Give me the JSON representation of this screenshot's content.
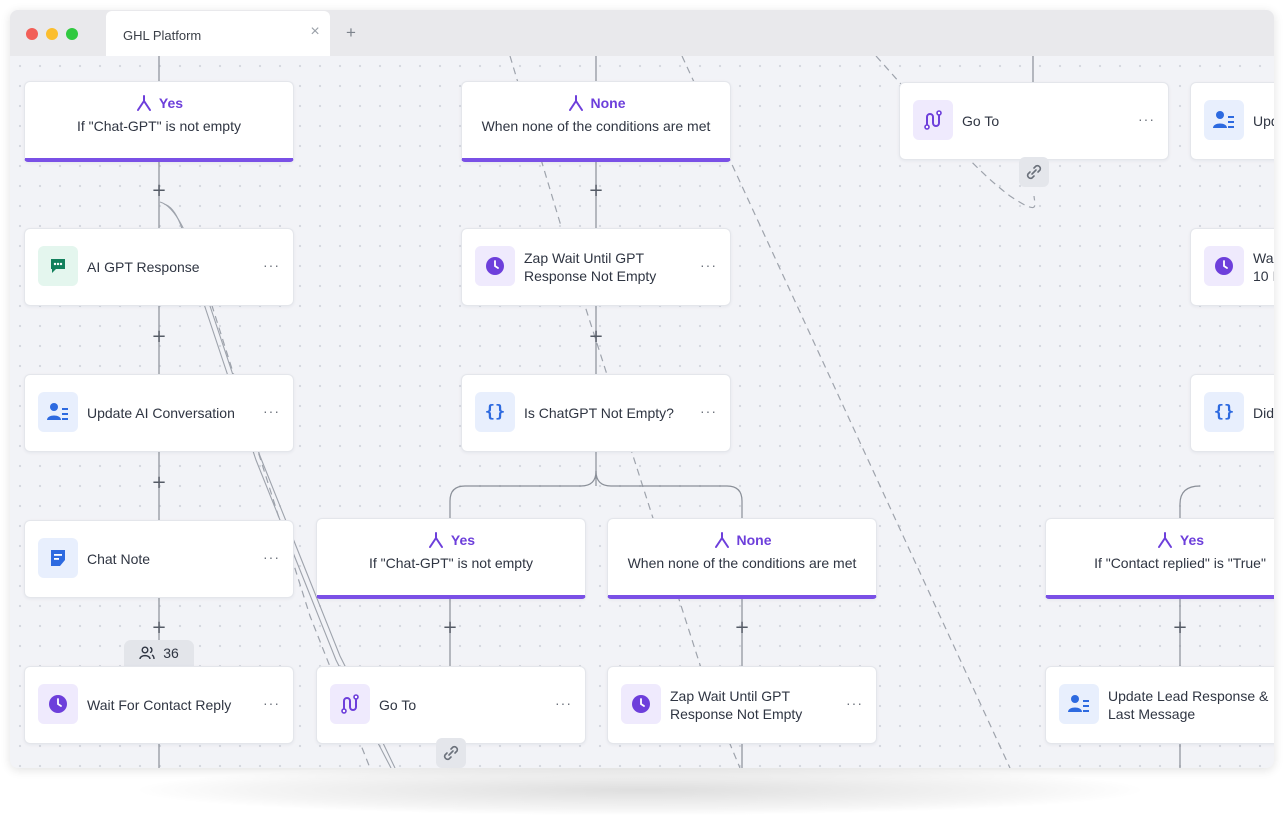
{
  "window": {
    "tab_title": "GHL Platform",
    "close_symbol": "×",
    "new_tab_symbol": "+"
  },
  "colors": {
    "accent_purple": "#7a50e6",
    "icon_purple": "#6d3fdb",
    "icon_blue": "#2d6ae0",
    "icon_green": "#12805c"
  },
  "workflow": {
    "plus_symbol": "+",
    "more_symbol": "···",
    "contact_count": "36",
    "branches": {
      "b1": {
        "title": "Yes",
        "subtitle": "If \"Chat-GPT\" is not empty"
      },
      "b2": {
        "title": "None",
        "subtitle": "When none of the conditions are met"
      },
      "b3": {
        "title": "Yes",
        "subtitle": "If \"Chat-GPT\" is not empty"
      },
      "b4": {
        "title": "None",
        "subtitle": "When none of the conditions are met"
      },
      "b5": {
        "title": "Yes",
        "subtitle": "If \"Contact replied\" is \"True\""
      }
    },
    "nodes": {
      "ai_gpt_response": {
        "label": "AI GPT Response",
        "icon": "chat-bubble-icon"
      },
      "update_ai_conversation": {
        "label": "Update AI Conversation",
        "icon": "contact-edit-icon"
      },
      "chat_note": {
        "label": "Chat Note",
        "icon": "note-icon"
      },
      "wait_contact_reply": {
        "label": "Wait For Contact Reply",
        "icon": "clock-icon"
      },
      "zap_wait_1": {
        "label": "Zap Wait Until GPT Response Not Empty",
        "icon": "clock-icon"
      },
      "is_chatgpt_not_empty": {
        "label": "Is ChatGPT Not Empty?",
        "icon": "condition-braces-icon"
      },
      "go_to_top": {
        "label": "Go To",
        "icon": "route-icon"
      },
      "go_to_bottom": {
        "label": "Go To",
        "icon": "route-icon"
      },
      "zap_wait_2": {
        "label": "Zap Wait Until GPT Response Not Empty",
        "icon": "clock-icon"
      },
      "update_lead_response": {
        "label": "Update Lead Response & Last Message",
        "icon": "contact-edit-icon"
      },
      "partial_update": {
        "label": "Upd",
        "icon": "contact-edit-icon"
      },
      "partial_wait": {
        "label": "Wai 10 I",
        "icon": "clock-icon"
      },
      "partial_did": {
        "label": "Did",
        "icon": "condition-braces-icon"
      }
    }
  }
}
